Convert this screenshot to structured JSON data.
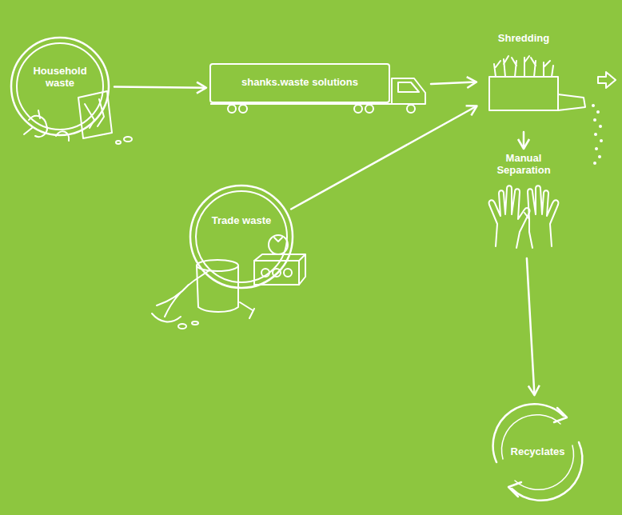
{
  "diagram": {
    "nodes": [
      {
        "text": [
          "Household waste"
        ]
      },
      {
        "text": [
          "shanks.waste solutions"
        ]
      },
      {
        "text": [
          "Shredding"
        ]
      },
      {
        "text": [
          "Trade waste"
        ]
      },
      {
        "text": [
          "Manual Separation"
        ]
      },
      {
        "text": [
          "Recyclates"
        ]
      }
    ],
    "edges": [
      {
        "from": 0,
        "to": 1,
        "arrow": "to"
      },
      {
        "from": 1,
        "to": 2,
        "arrow": "to"
      },
      {
        "from": 3,
        "to": 2,
        "arrow": "to"
      },
      {
        "from": 2,
        "to": 4,
        "arrow": "to"
      },
      {
        "from": 4,
        "to": 5,
        "arrow": "to"
      }
    ]
  }
}
